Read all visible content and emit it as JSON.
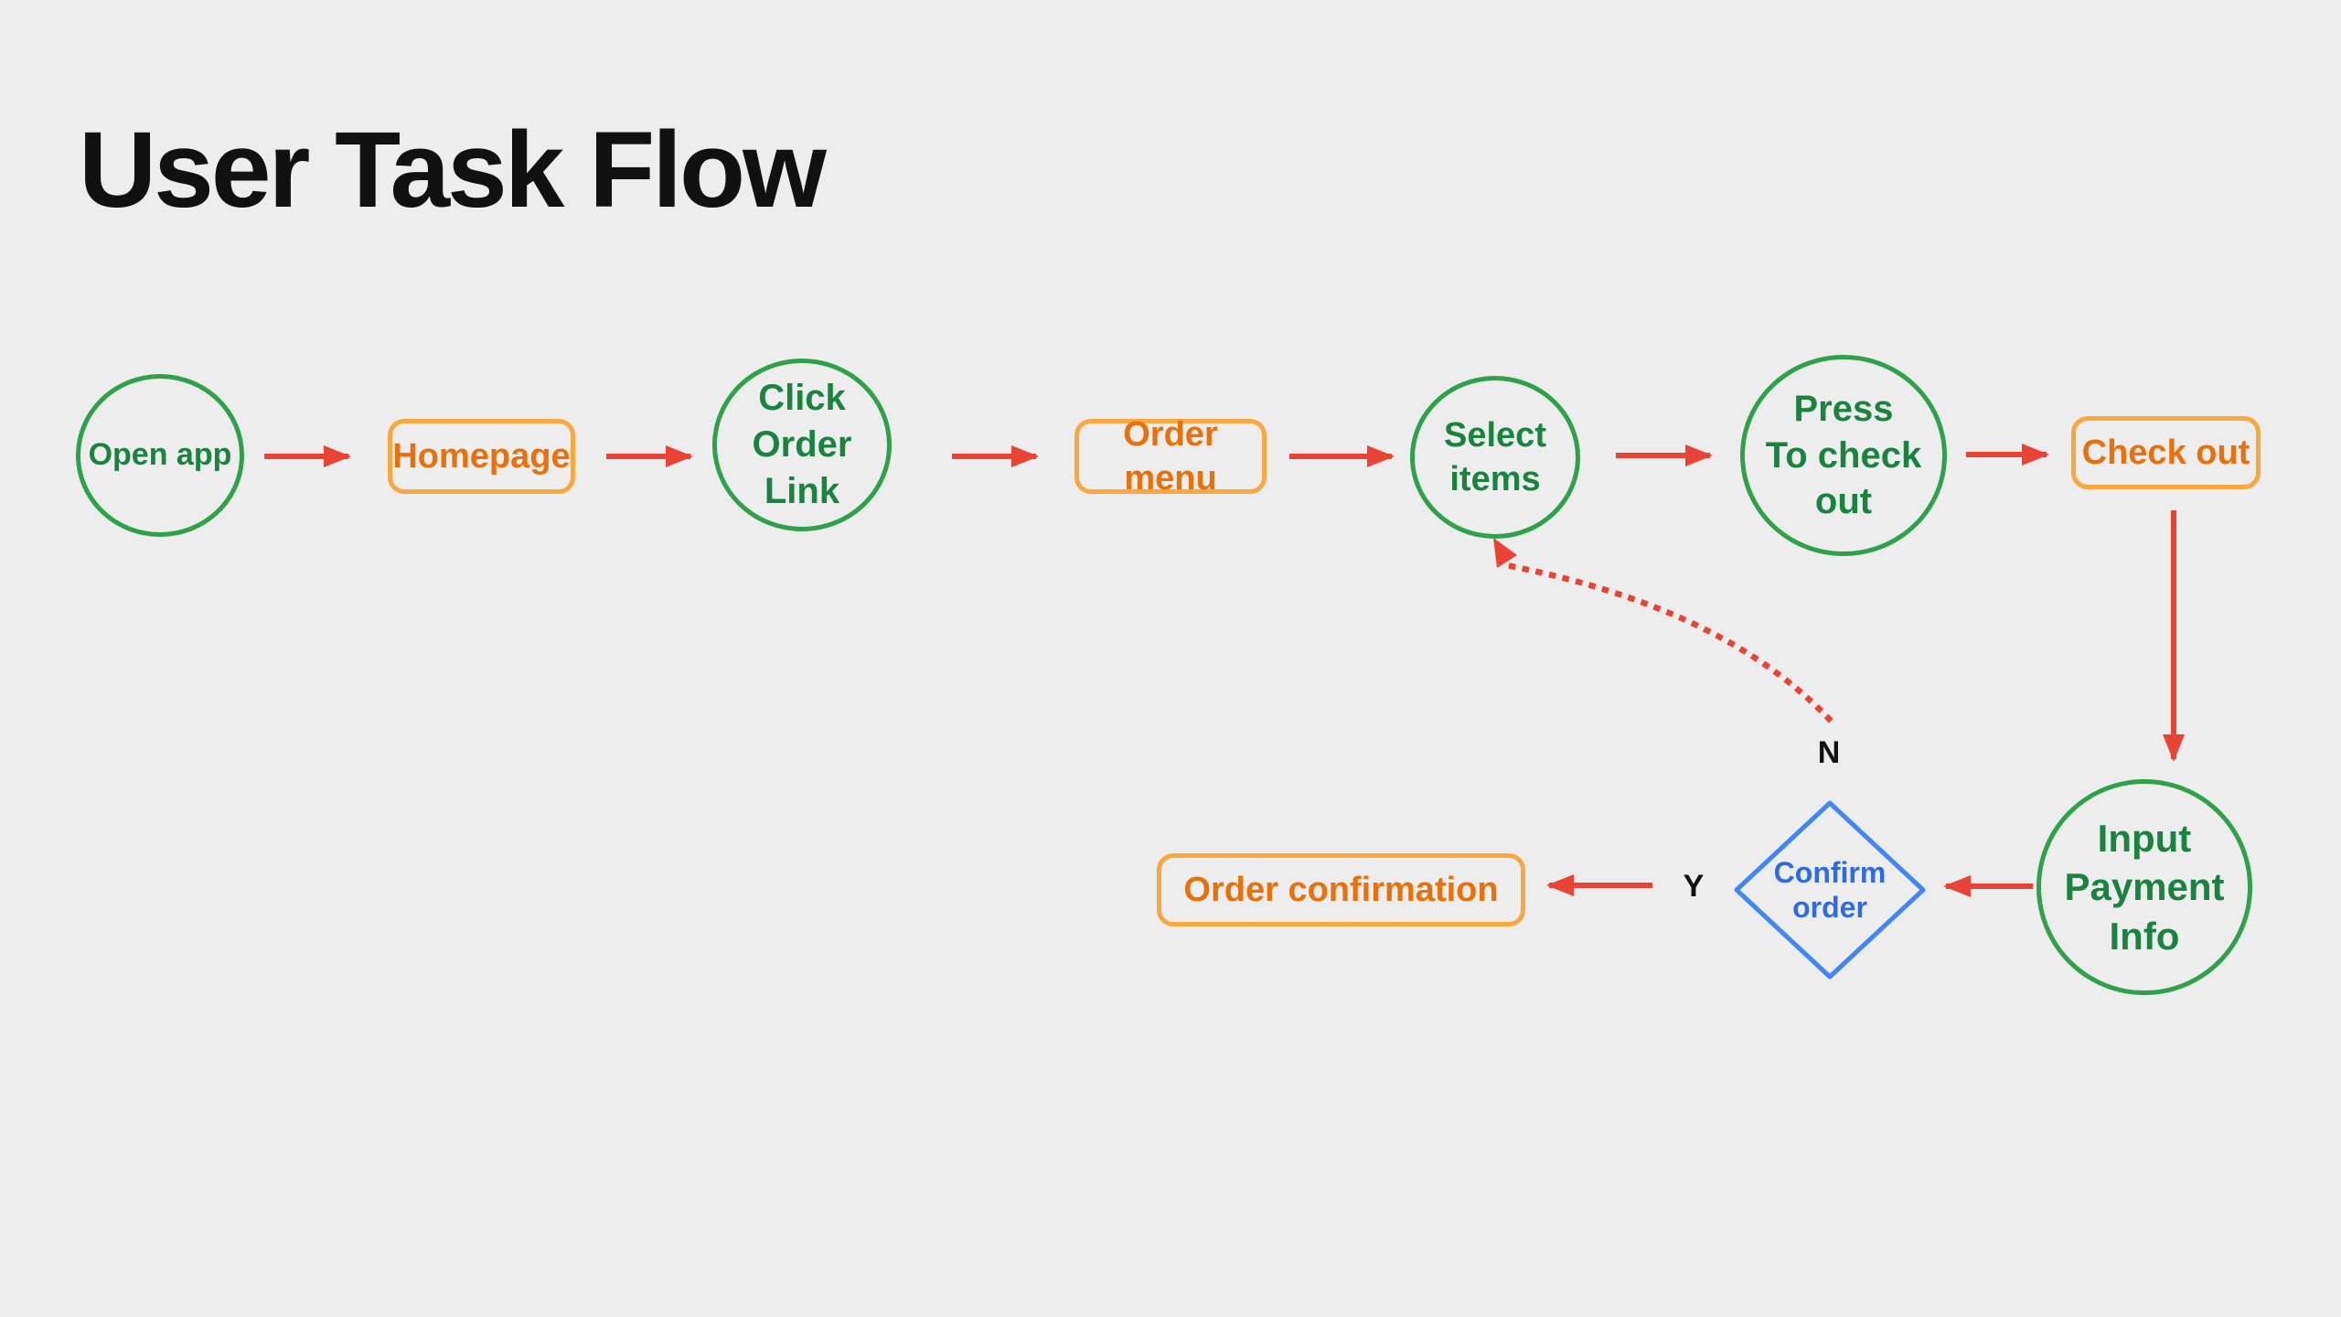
{
  "title": "User Task Flow",
  "labels": {
    "yes": "Y",
    "no": "N"
  },
  "nodes": [
    {
      "id": "open-app",
      "shape": "circle",
      "label": "Open app"
    },
    {
      "id": "homepage",
      "shape": "rounded-rect",
      "label": "Homepage"
    },
    {
      "id": "click-order-link",
      "shape": "circle",
      "label": "Click\nOrder\nLink"
    },
    {
      "id": "order-menu",
      "shape": "rounded-rect",
      "label": "Order menu"
    },
    {
      "id": "select-items",
      "shape": "circle",
      "label": "Select\nitems"
    },
    {
      "id": "press-to-check-out",
      "shape": "circle",
      "label": "Press\nTo check\nout"
    },
    {
      "id": "check-out",
      "shape": "rounded-rect",
      "label": "Check out"
    },
    {
      "id": "input-payment-info",
      "shape": "circle",
      "label": "Input\nPayment\nInfo"
    },
    {
      "id": "confirm-order",
      "shape": "diamond",
      "label": "Confirm\norder"
    },
    {
      "id": "order-confirmation",
      "shape": "rounded-rect",
      "label": "Order confirmation"
    }
  ],
  "edges": [
    {
      "from": "open-app",
      "to": "homepage",
      "style": "solid"
    },
    {
      "from": "homepage",
      "to": "click-order-link",
      "style": "solid"
    },
    {
      "from": "click-order-link",
      "to": "order-menu",
      "style": "solid"
    },
    {
      "from": "order-menu",
      "to": "select-items",
      "style": "solid"
    },
    {
      "from": "select-items",
      "to": "press-to-check-out",
      "style": "solid"
    },
    {
      "from": "press-to-check-out",
      "to": "check-out",
      "style": "solid"
    },
    {
      "from": "check-out",
      "to": "input-payment-info",
      "style": "solid"
    },
    {
      "from": "input-payment-info",
      "to": "confirm-order",
      "style": "solid"
    },
    {
      "from": "confirm-order",
      "to": "order-confirmation",
      "style": "solid",
      "label": "Y"
    },
    {
      "from": "confirm-order",
      "to": "select-items",
      "style": "dotted",
      "label": "N"
    }
  ],
  "colors": {
    "background": "#EDEDED",
    "circle_stroke_green": "#2FA14B",
    "circle_text_green": "#1A8340",
    "rect_stroke_orange": "#F8A83E",
    "rect_text_orange": "#E8710C",
    "arrow_red": "#E94335",
    "diamond_stroke_blue": "#4285F4",
    "diamond_text_blue": "#2E6BE0",
    "title_text": "#111111"
  }
}
